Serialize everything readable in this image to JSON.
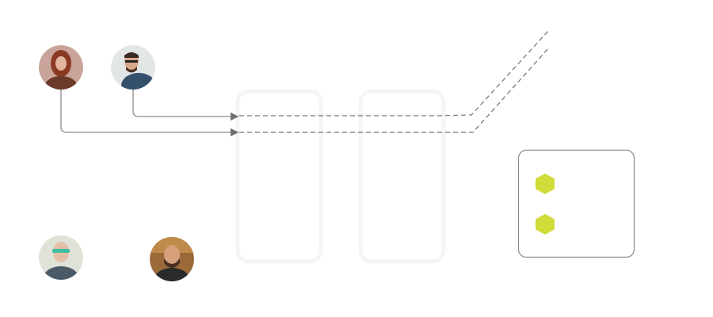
{
  "colors": {
    "connector": "#808080",
    "dashed": "#707070",
    "box_border": "#8a8a8a",
    "hexagon": "#cfdc3a",
    "ghost_panel": "#f5f8fa"
  },
  "avatars": [
    {
      "name": "avatar-woman-red-hair",
      "bg": "#b07a6a",
      "fg": "#6b3b2a"
    },
    {
      "name": "avatar-man-glasses",
      "bg": "#d8dcdc",
      "fg": "#3a4a5a"
    },
    {
      "name": "avatar-man-green-glasses",
      "bg": "#d9dccf",
      "fg": "#4a5a5a"
    },
    {
      "name": "avatar-man-beard",
      "bg": "#8a5a30",
      "fg": "#3a2a20"
    }
  ],
  "icons": [
    "hexagon-icon",
    "hexagon-icon"
  ]
}
